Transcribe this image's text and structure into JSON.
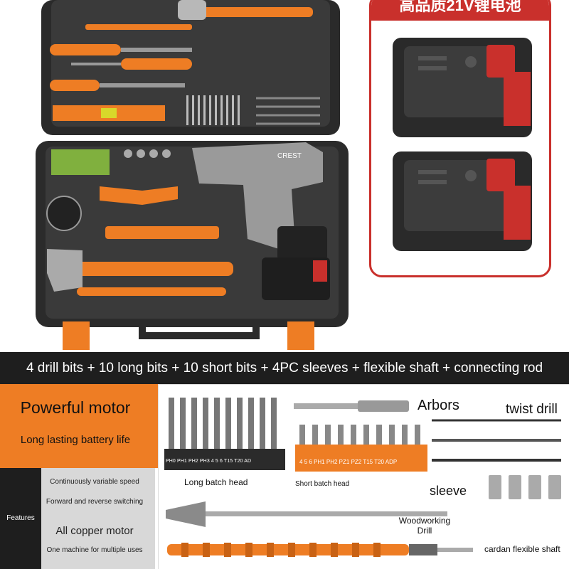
{
  "battery_panel": {
    "title": "高品质21V锂电池"
  },
  "case_brand": "CREST",
  "banner": "4 drill bits + 10 long bits + 10 short bits + 4PC sleeves + flexible shaft + connecting rod",
  "motor": {
    "title": "Powerful motor",
    "subtitle": "Long lasting battery life"
  },
  "features": {
    "label": "Features",
    "items": [
      "Continuously variable speed",
      "Forward and reverse switching",
      "All copper motor",
      "One machine for multiple uses"
    ]
  },
  "accessories": {
    "long_bits_label": "Long batch head",
    "long_bits": [
      "PH0",
      "PH1",
      "PH2",
      "PH3",
      "4",
      "5",
      "6",
      "T15",
      "T20",
      "AD"
    ],
    "short_bits_label": "Short batch head",
    "short_bits": [
      "4",
      "5",
      "6",
      "PH1",
      "PH2",
      "PZ1",
      "PZ2",
      "T15",
      "T20",
      "ADP"
    ],
    "arbors_label": "Arbors",
    "twist_drill_label": "twist drill",
    "sleeve_label": "sleeve",
    "woodworking_drill_label": "Woodworking Drill",
    "flexible_shaft_label": "cardan flexible shaft"
  },
  "colors": {
    "orange": "#ee7d24",
    "red": "#c9302c",
    "dark": "#1e1e1e",
    "gray": "#d8d8d8"
  }
}
